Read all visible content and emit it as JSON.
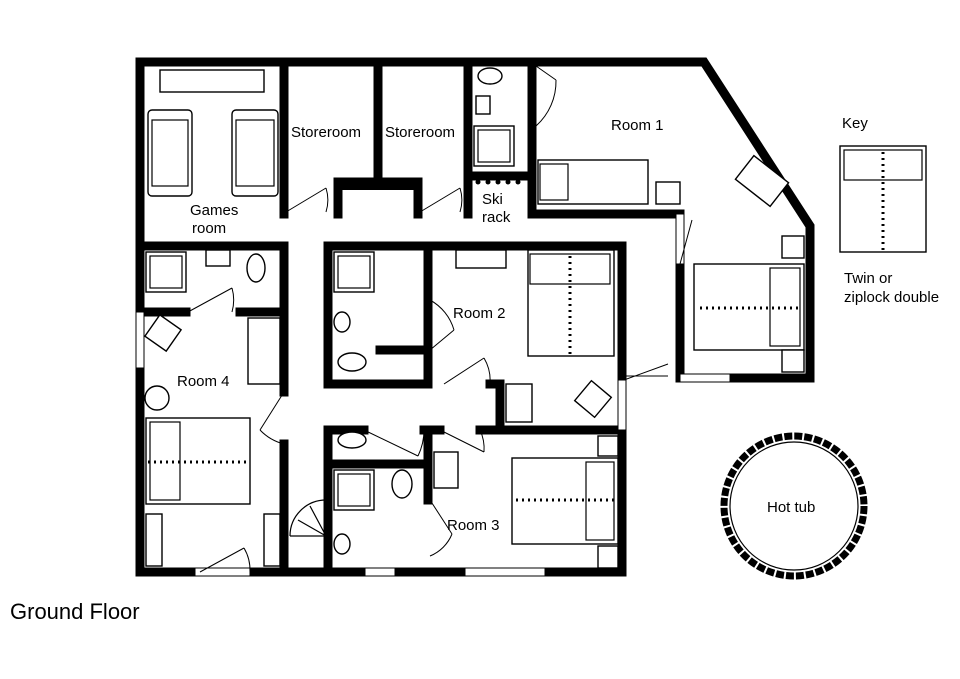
{
  "title": "Ground Floor",
  "rooms": {
    "storeroom_1": "Storeroom",
    "storeroom_2": "Storeroom",
    "room_1": "Room 1",
    "ski_rack_line1": "Ski",
    "ski_rack_line2": "rack",
    "games_room_line1": "Games",
    "games_room_line2": "room",
    "room_2": "Room 2",
    "room_3": "Room 3",
    "room_4": "Room 4",
    "hot_tub": "Hot tub"
  },
  "key": {
    "title": "Key",
    "caption_line1": "Twin or",
    "caption_line2": "ziplock double"
  }
}
